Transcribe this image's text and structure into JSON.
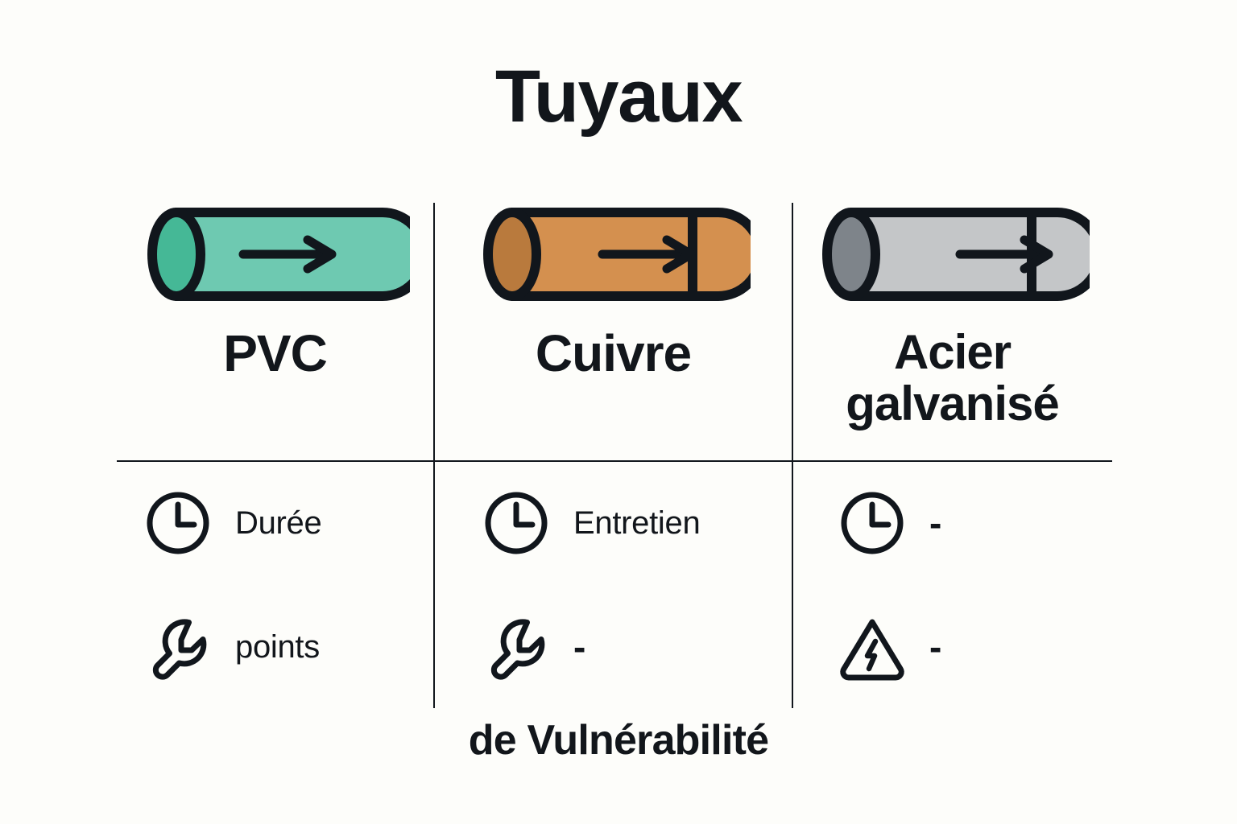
{
  "title": "Tuyaux",
  "footer_note": "de Vulnérabilité",
  "background_color": "#fdfdfa",
  "ink_color": "#12161b",
  "columns": [
    {
      "id": "pvc",
      "name": "PVC",
      "pipe": {
        "icon": "pipe-icon",
        "body_color": "#6ec9b1",
        "cap_color": "#45b896",
        "outline_color": "#11161c",
        "flow_arrow": "arrow-right-icon",
        "has_right_collar": false
      },
      "attributes": [
        {
          "icon": "clock-icon",
          "label": "Durée"
        },
        {
          "icon": "wrench-icon",
          "label": "points"
        }
      ]
    },
    {
      "id": "cuivre",
      "name": "Cuivre",
      "pipe": {
        "icon": "pipe-icon",
        "body_color": "#d4904f",
        "cap_color": "#b97a3d",
        "outline_color": "#11161c",
        "flow_arrow": "arrow-right-icon",
        "has_right_collar": true
      },
      "attributes": [
        {
          "icon": "clock-icon",
          "label": "Entretien"
        },
        {
          "icon": "wrench-icon",
          "label": "-"
        }
      ]
    },
    {
      "id": "acier",
      "name": "Acier galvanisé",
      "name_lines": [
        "Acier",
        "galvanisé"
      ],
      "pipe": {
        "icon": "pipe-icon",
        "body_color": "#c4c6c8",
        "cap_color": "#7e848a",
        "outline_color": "#11161c",
        "flow_arrow": "arrow-right-icon",
        "has_right_collar": true
      },
      "attributes": [
        {
          "icon": "clock-icon",
          "label": "-"
        },
        {
          "icon": "warning-bolt-icon",
          "label": "-"
        }
      ]
    }
  ]
}
